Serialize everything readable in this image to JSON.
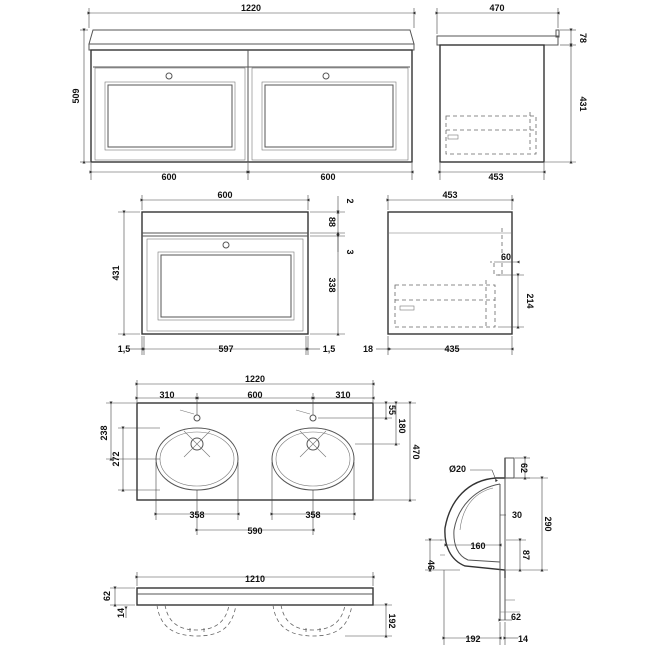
{
  "front_view": {
    "overall_width": "1220",
    "height": "509",
    "drawer_left_width": "600",
    "drawer_right_width": "600"
  },
  "side_view": {
    "depth": "470",
    "top_height": "78",
    "body_height": "431",
    "base_depth": "453"
  },
  "unit_front": {
    "width": "600",
    "height": "431",
    "top_gap": "2",
    "drawer_rail": "88",
    "gap": "3",
    "drawer_front": "338",
    "left_reveal": "1,5",
    "inner_width": "597",
    "right_reveal": "1,5"
  },
  "unit_side": {
    "depth": "453",
    "internal_offset": "60",
    "drawer_height": "214",
    "front_thickness": "18",
    "drawer_depth": "435"
  },
  "basin_plan": {
    "overall_width": "1220",
    "edge_left": "310",
    "centre": "600",
    "edge_right": "310",
    "tap_offset": "55",
    "bowl_to_back": "180",
    "depth": "470",
    "front_to_centre": "238",
    "bowl_depth": "272",
    "bowl_width_left": "358",
    "bowl_width_right": "358",
    "bowl_centres": "590"
  },
  "basin_section": {
    "waste_dia": "Ø20",
    "top_thickness": "62",
    "depth": "290",
    "rim": "30",
    "bowl_height": "160",
    "waste_height": "87",
    "waste_drop": "46",
    "base_offset": "62",
    "bowl_depth_overall": "192",
    "wall": "14"
  },
  "basin_front": {
    "width": "1210",
    "top_thickness": "62",
    "rim": "14",
    "bowl_depth": "192"
  }
}
